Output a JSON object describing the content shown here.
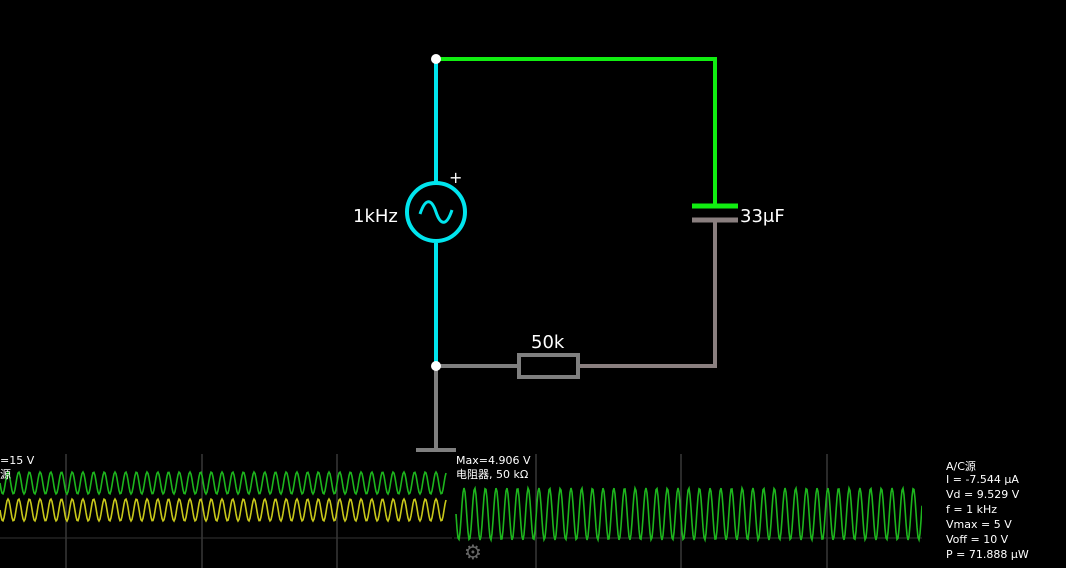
{
  "circuit": {
    "source_label": "1kHz",
    "source_polarity": "+",
    "capacitor_label": "33μF",
    "resistor_label": "50k"
  },
  "colors": {
    "wire_cyan": "#00e5ee",
    "wire_green": "#11ee11",
    "wire_gray": "#808080",
    "resistor": "#7f7f7f",
    "scope_green": "#1db51d",
    "scope_yellow": "#c8c81a",
    "background": "#000000"
  },
  "scope_left": {
    "line1": "=15 V",
    "line2": "源"
  },
  "scope_right": {
    "line1": "Max=4.906 V",
    "line2": "电阻器, 50 kΩ"
  },
  "info_panel": {
    "lines": [
      "A/C源",
      "I = -7.544 μA",
      "Vd = 9.529 V",
      "f = 1 kHz",
      "Vmax = 5 V",
      "Voff = 10 V",
      "P = 71.888 μW"
    ]
  },
  "icons": {
    "settings": "gear-icon"
  }
}
